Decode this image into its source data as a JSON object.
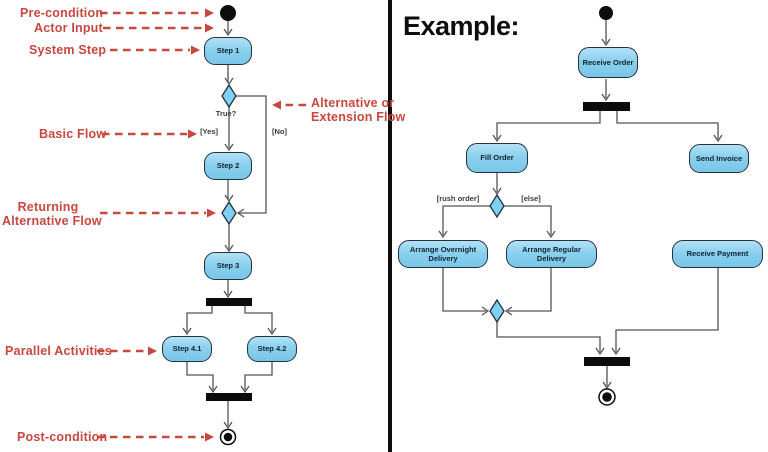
{
  "colors": {
    "node_fill": "#8ad0ee",
    "node_border": "#23323f",
    "annotation_red": "#c8473f",
    "connector_gray": "#555555",
    "bar_black": "#0b0b0b"
  },
  "left": {
    "annotations": {
      "pre_condition": "Pre-condition",
      "actor_input": "Actor Input",
      "system_step": "System Step",
      "basic_flow": "Basic Flow",
      "returning_alt_line1": "Returning",
      "returning_alt_line2": "Alternative Flow",
      "parallel_activities": "Parallel Activities",
      "post_condition": "Post-condition",
      "alt_ext_line1": "Alternative or",
      "alt_ext_line2": "Extension Flow"
    },
    "activities": {
      "step1": "Step 1",
      "step2": "Step 2",
      "step3": "Step 3",
      "step4_1": "Step 4.1",
      "step4_2": "Step 4.2"
    },
    "guards": {
      "condition": "True?",
      "yes": "[Yes]",
      "no": "[No]"
    }
  },
  "right": {
    "title": "Example:",
    "activities": {
      "receive_order": "Receive Order",
      "fill_order": "Fill Order",
      "send_invoice": "Send Invoice",
      "arrange_overnight_delivery": "Arrange Overnight Delivery",
      "arrange_regular_delivery": "Arrange Regular Delivery",
      "receive_payment": "Receive Payment"
    },
    "guards": {
      "rush_order": "[rush order]",
      "else": "[else]"
    }
  }
}
